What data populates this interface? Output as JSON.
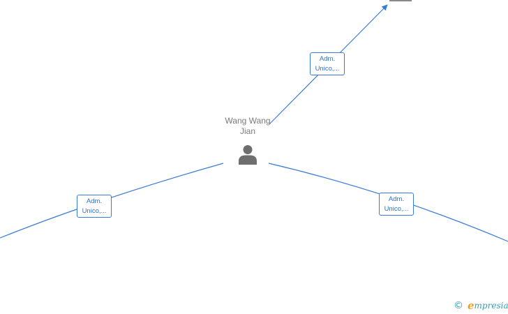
{
  "center_node": {
    "name_line1": "Wang Wang",
    "name_line2": "Jian",
    "icon": "person-icon"
  },
  "relations": {
    "top": {
      "line1": "Adm.",
      "line2": "Unico,..."
    },
    "left": {
      "line1": "Adm.",
      "line2": "Unico,..."
    },
    "right": {
      "line1": "Adm.",
      "line2": "Unico,..."
    }
  },
  "brand": {
    "copyright_symbol": "©",
    "name_initial": "e",
    "name_rest": "mpresia"
  },
  "colors": {
    "edge": "#3a7bd5",
    "label_text": "#2f6fc7",
    "name_text": "#7a7a7a",
    "icon": "#6e6e6e",
    "brand_orange": "#f0a020",
    "brand_teal": "#3a9bb0"
  }
}
